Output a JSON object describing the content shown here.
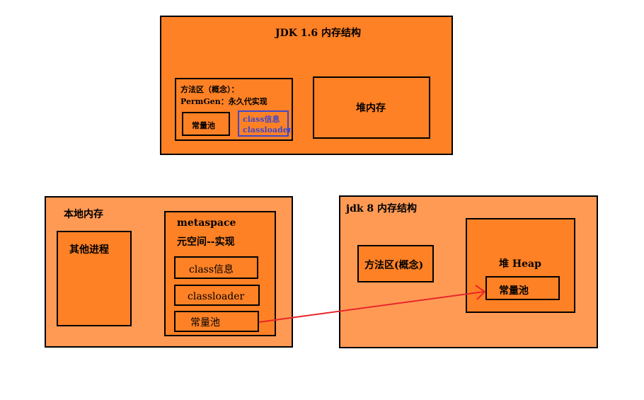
{
  "colors": {
    "box_dark": "#ff8125",
    "box_light": "#ff9a55",
    "border": "#000000",
    "class_info_blue": "#3f48cc",
    "arrow_red": "#e8262a"
  },
  "jdk16": {
    "title": "JDK 1.6  内存结构",
    "method_area_line1": "方法区（概念）：",
    "method_area_line2": "PermGen：永久代实现",
    "const_pool": "常量池",
    "class_info_line1": "class信息",
    "class_info_line2": "classloader",
    "heap": "堆内存"
  },
  "native": {
    "title": "本地内存",
    "other_processes": "其他进程",
    "metaspace_line1": "metaspace",
    "metaspace_line2": "元空间--实现",
    "class_info": "class信息",
    "classloader": "classloader",
    "const_pool": "常量池"
  },
  "jdk8": {
    "title": "jdk 8 内存结构",
    "method_area": "方法区(概念)",
    "heap": "堆 Heap",
    "const_pool": "常量池"
  }
}
